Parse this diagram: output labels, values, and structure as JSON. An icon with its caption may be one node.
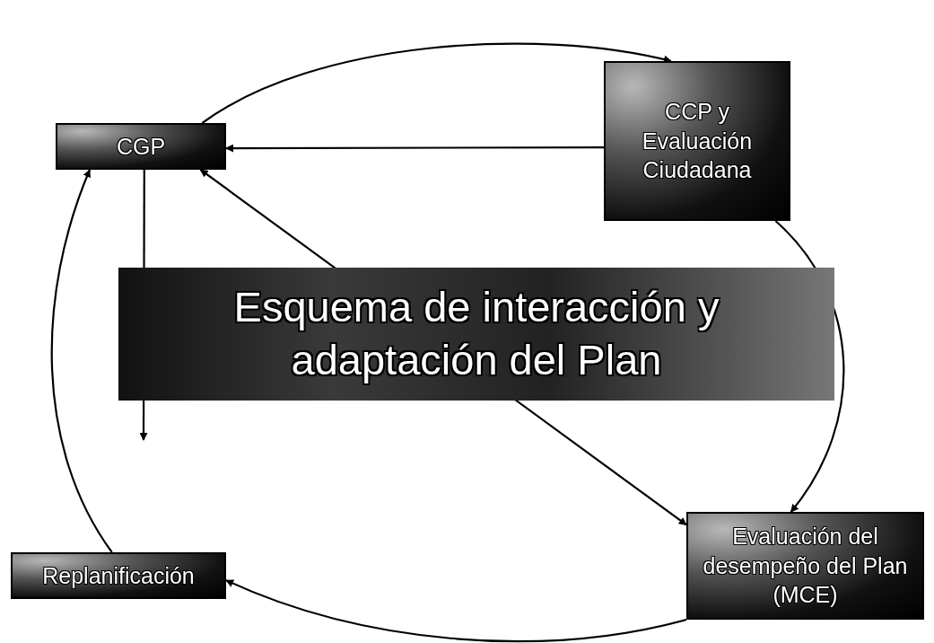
{
  "diagram": {
    "title": "Esquema de interacción y adaptación del Plan",
    "nodes": [
      {
        "text": [
          "CGP"
        ]
      },
      {
        "text": [
          "CCP y Evaluación Ciudadana"
        ]
      },
      {
        "text": [
          "Evaluación del desempeño del Plan (MCE)"
        ]
      },
      {
        "text": [
          "Replanificación"
        ]
      }
    ],
    "edges": [
      {
        "from": 0,
        "to": 1,
        "arrow": "to"
      },
      {
        "from": 1,
        "to": 0,
        "arrow": "to"
      },
      {
        "from": 1,
        "to": 2,
        "arrow": "to"
      },
      {
        "from": 0,
        "to": 2,
        "arrow": "both"
      },
      {
        "from": 2,
        "to": 3,
        "arrow": "to"
      },
      {
        "from": 3,
        "to": 0,
        "arrow": "to"
      },
      {
        "from": 0,
        "to": null,
        "arrow": "to"
      }
    ]
  }
}
